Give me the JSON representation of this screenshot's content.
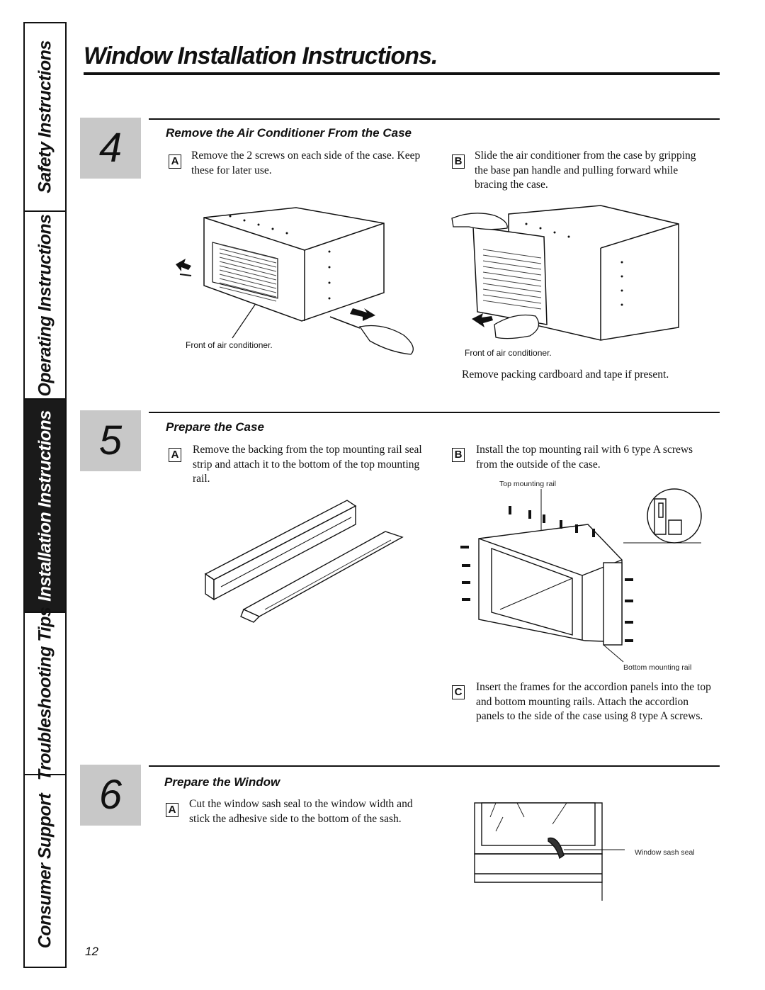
{
  "header": {
    "title": "Window Installation Instructions."
  },
  "sidebar": {
    "tabs": [
      {
        "label": "Safety Instructions",
        "active": false
      },
      {
        "label": "Operating Instructions",
        "active": false
      },
      {
        "label": "Installation Instructions",
        "active": true
      },
      {
        "label": "Troubleshooting Tips",
        "active": false
      },
      {
        "label": "Consumer Support",
        "active": false
      }
    ]
  },
  "steps": [
    {
      "number": "4",
      "heading": "Remove the Air Conditioner From the Case",
      "items": [
        {
          "letter": "A",
          "text": "Remove the 2 screws on each side of the case. Keep these for later use."
        },
        {
          "letter": "B",
          "text": "Slide the air conditioner from the case by gripping the base pan handle and pulling forward while bracing the case."
        }
      ],
      "captions": [
        "Front of air conditioner.",
        "Front of air conditioner."
      ],
      "note": "Remove packing cardboard and tape if present."
    },
    {
      "number": "5",
      "heading": "Prepare the Case",
      "items": [
        {
          "letter": "A",
          "text": "Remove the backing from the top mounting rail seal strip and attach it to the bottom of the top mounting rail."
        },
        {
          "letter": "B",
          "text": "Install the top mounting rail with 6 type A screws from the outside of the case."
        },
        {
          "letter": "C",
          "text": "Insert the frames for the accordion panels into the top and bottom mounting rails. Attach the accordion panels to the side of the case using 8 type A screws."
        }
      ],
      "captions": [
        "Top mounting rail",
        "Bottom mounting rail"
      ]
    },
    {
      "number": "6",
      "heading": "Prepare the Window",
      "items": [
        {
          "letter": "A",
          "text": "Cut the window sash seal to the window width and stick the adhesive side to the bottom of the sash."
        }
      ],
      "captions": [
        "Window sash seal"
      ]
    }
  ],
  "footer": {
    "page_number": "12"
  }
}
